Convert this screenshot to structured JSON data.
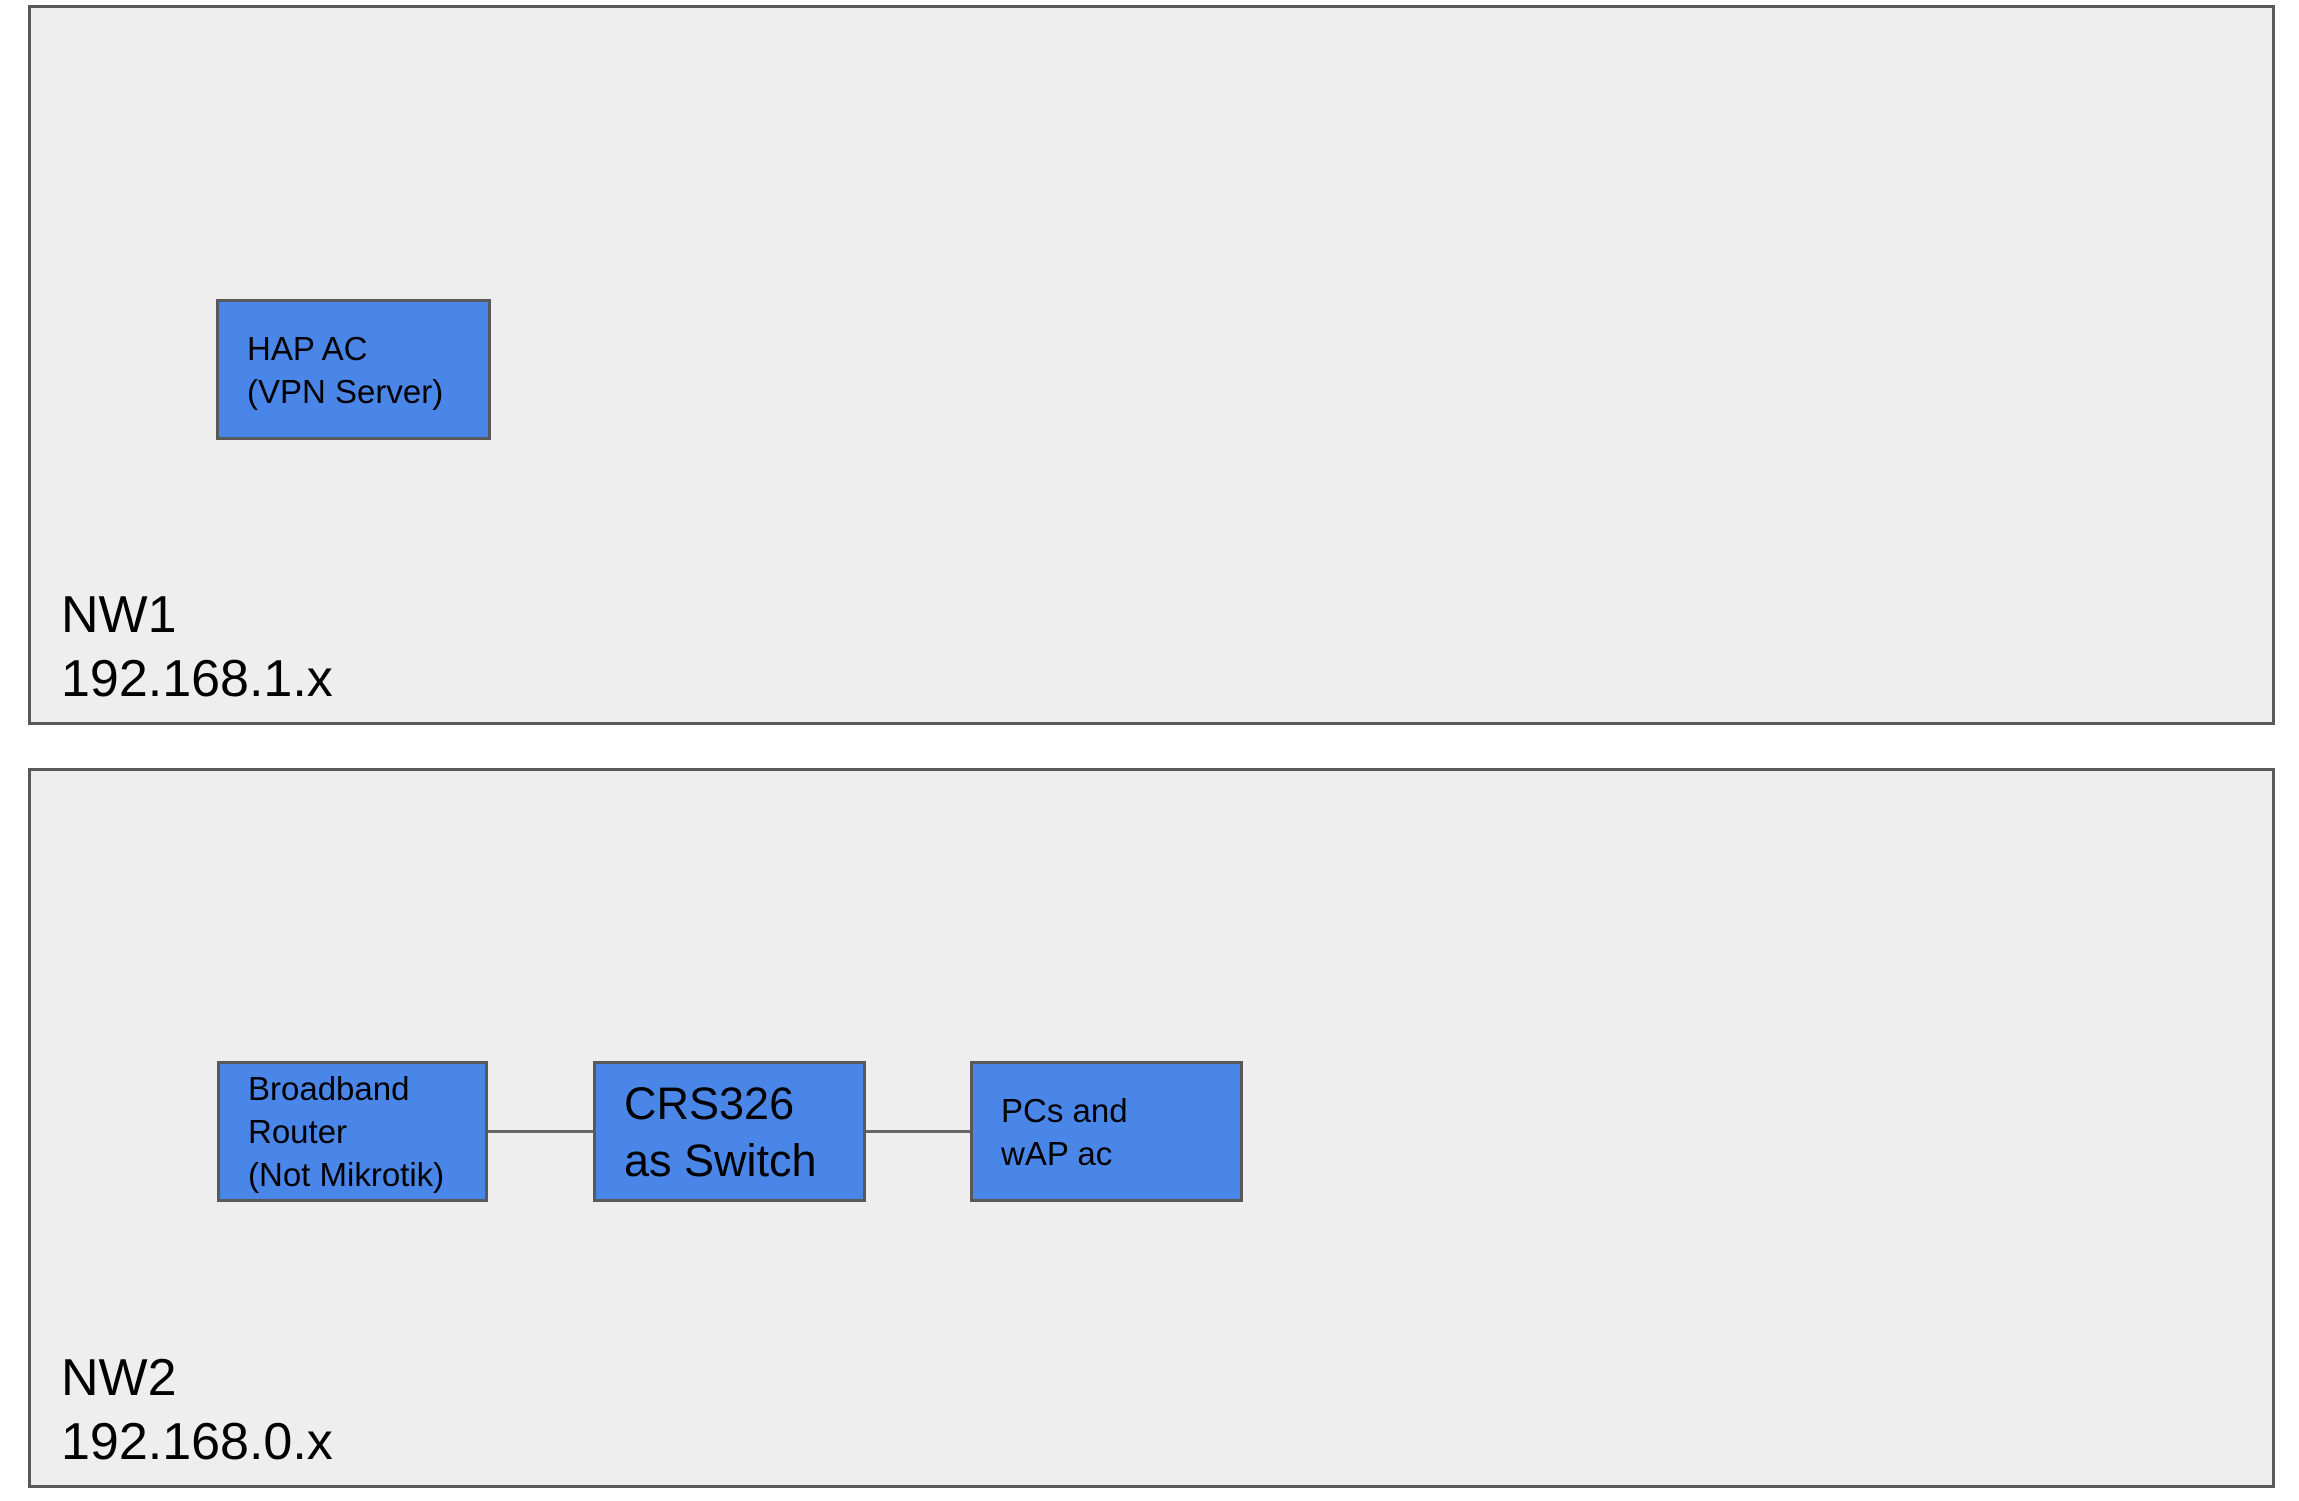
{
  "diagram": {
    "type": "network-topology",
    "colors": {
      "page_background": "#ffffff",
      "network_fill": "#eeeeee",
      "network_border": "#595959",
      "node_fill": "#4a86e8",
      "node_border": "#595959",
      "connector": "#666666",
      "text": "#000000"
    },
    "networks": [
      {
        "name": "NW1",
        "subnet": "192.168.1.x",
        "nodes": [
          {
            "id": "hap-ac",
            "lines": [
              "HAP AC",
              "(VPN Server)"
            ]
          }
        ],
        "connections": []
      },
      {
        "name": "NW2",
        "subnet": "192.168.0.x",
        "nodes": [
          {
            "id": "broadband-router",
            "lines": [
              "Broadband",
              "Router",
              "(Not Mikrotik)"
            ]
          },
          {
            "id": "crs326",
            "lines": [
              "CRS326",
              "as Switch"
            ]
          },
          {
            "id": "pcs-wap-ac",
            "lines": [
              "PCs and",
              "wAP ac"
            ]
          }
        ],
        "connections": [
          {
            "from": "broadband-router",
            "to": "crs326"
          },
          {
            "from": "crs326",
            "to": "pcs-wap-ac"
          }
        ]
      }
    ]
  }
}
